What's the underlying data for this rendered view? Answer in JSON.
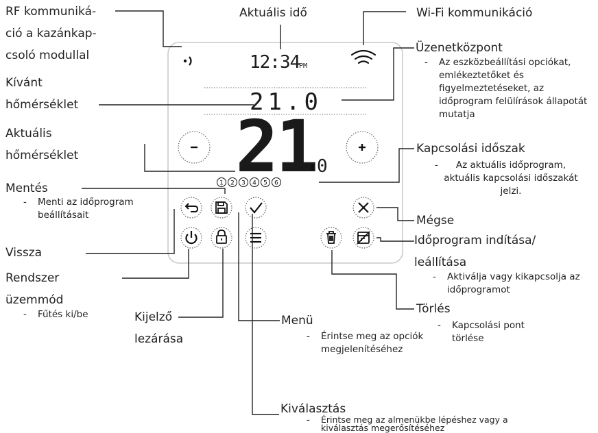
{
  "device": {
    "time": "12:34",
    "time_suffix": "PM",
    "setpoint": "21.0",
    "temperature_main": "21",
    "temperature_decimal": "0",
    "period_numbers": [
      "1",
      "2",
      "3",
      "4",
      "5",
      "6"
    ]
  },
  "labels": {
    "rf": [
      "RF kommuniká-",
      "ció a kazánkap-",
      "csoló modullal"
    ],
    "time": "Aktuális idő",
    "wifi": "Wi-Fi kommunikáció",
    "message": "Üzenetközpont",
    "message_desc": "Az eszközbeállítási opciókat, emlékeztetőket és figyelmeztetéseket, az időprogram felülírások állapotát mutatja",
    "desired": [
      "Kívánt",
      "hőmérséklet"
    ],
    "actual": [
      "Aktuális",
      "hőmérséklet"
    ],
    "period": "Kapcsolási időszak",
    "period_desc": "Az aktuális időprogram, aktuális kapcsolási időszakát jelzi.",
    "save": "Mentés",
    "save_desc": "Menti az időprogram beállításait",
    "back": "Vissza",
    "cancel": "Mégse",
    "schedule": [
      "Időprogram indítása/",
      "leállítása"
    ],
    "schedule_desc": "Aktiválja vagy kikapcsolja az időprogramot",
    "mode": [
      "Rendszer",
      "üzemmód"
    ],
    "mode_desc": "Fűtés ki/be",
    "lock": [
      "Kijelző",
      "lezárása"
    ],
    "menu": "Menü",
    "menu_desc": "Érintse meg az opciók megjelenítéséhez",
    "delete": "Törlés",
    "delete_desc": "Kapcsolási pont törlése",
    "select": "Kiválasztás",
    "select_desc": "Érintse meg az almenükbe lépéshez vagy a kiválasztás megerősítéséhez"
  },
  "icons": [
    "rf-signal-icon",
    "wifi-icon",
    "minus-icon",
    "plus-icon",
    "back-arrow-icon",
    "save-icon",
    "check-icon",
    "close-icon",
    "power-icon",
    "lock-icon",
    "menu-icon",
    "trash-icon",
    "schedule-icon"
  ]
}
